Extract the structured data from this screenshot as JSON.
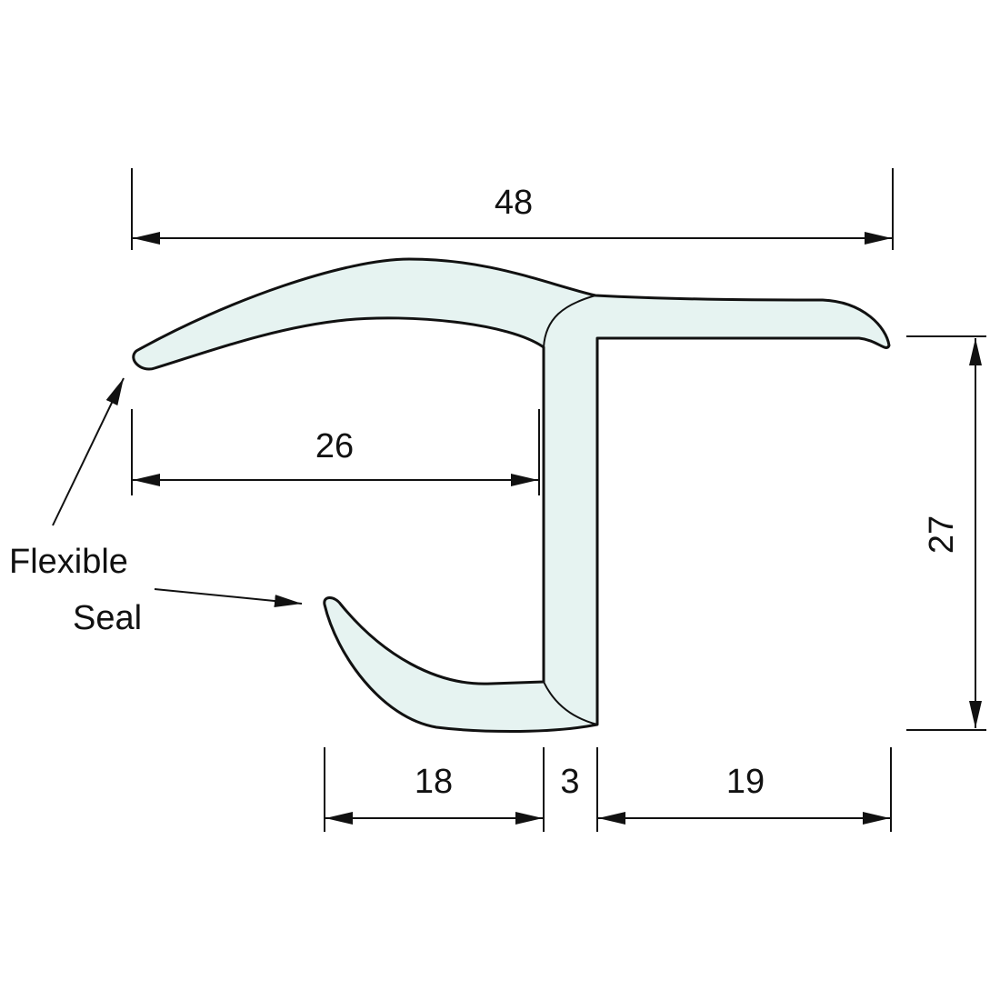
{
  "dimensions": {
    "overall_width": "48",
    "seal_depth": "26",
    "height": "27",
    "lower_seal": "18",
    "web_thickness": "3",
    "flange": "19"
  },
  "labels": {
    "callout_line1": "Flexible",
    "callout_line2": "Seal"
  },
  "colors": {
    "profile_fill": "#e6f3f1",
    "outline": "#111111"
  }
}
